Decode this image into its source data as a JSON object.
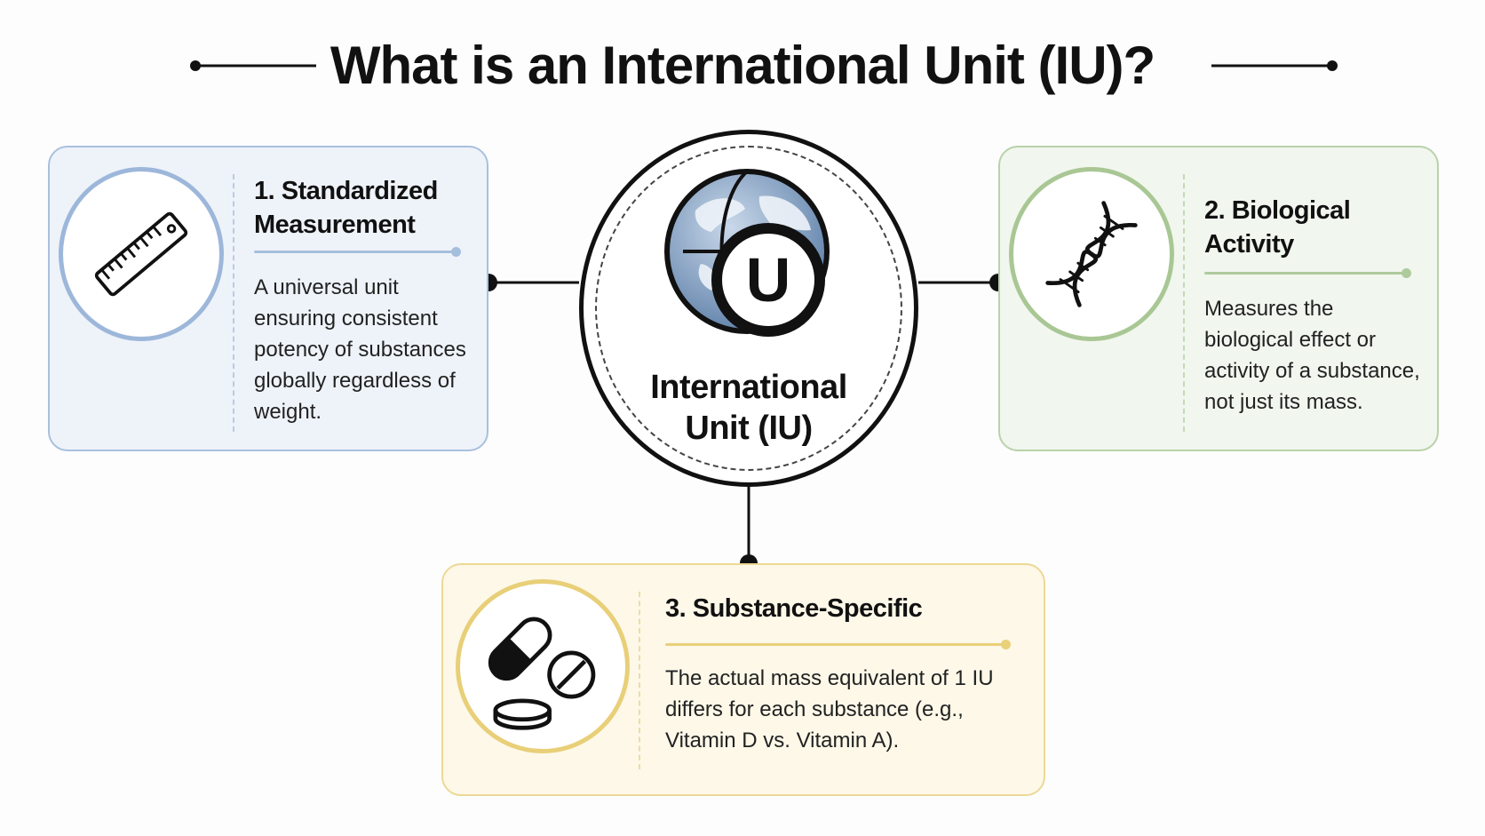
{
  "title": "What is an International Unit (IU)?",
  "hub": {
    "symbol": "U",
    "label_line1": "International",
    "label_line2": "Unit (IU)",
    "icon": "globe-icon"
  },
  "cards": [
    {
      "title_line1": "1. Standardized",
      "title_line2": "Measurement",
      "description": "A universal unit ensuring consistent potency of substances globally regardless of weight.",
      "icon": "ruler-icon",
      "accent": "#9db7da"
    },
    {
      "title_line1": "2. Biological",
      "title_line2": "Activity",
      "description": "Measures the biological effect or activity of a substance, not just its mass.",
      "icon": "dna-icon",
      "accent": "#a9c794"
    },
    {
      "title_line1": "3. Substance-Specific",
      "description": "The actual mass equivalent of 1 IU differs for each substance (e.g., Vitamin D vs. Vitamin A).",
      "icon": "pills-icon",
      "accent": "#e8cf78"
    }
  ]
}
